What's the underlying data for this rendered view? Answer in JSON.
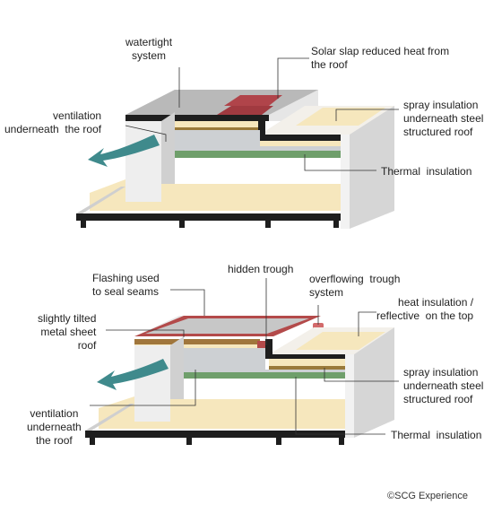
{
  "diagram_top": {
    "labels": {
      "watertight": "watertight\nsystem",
      "solar_slab": "Solar slap reduced heat from\nthe roof",
      "ventilation": "ventilation\nunderneath  the roof",
      "spray_insulation": "spray insulation\nunderneath steel\nstructured roof",
      "thermal_insulation": "Thermal  insulation"
    }
  },
  "diagram_bottom": {
    "labels": {
      "flashing": "Flashing used\nto seal seams",
      "hidden_trough": "hidden trough",
      "overflowing_trough": "overflowing  trough\nsystem",
      "heat_insulation": "heat insulation /\nreflective  on the top",
      "tilted_roof": "slightly tilted\nmetal sheet\nroof",
      "spray_insulation": "spray insulation\nunderneath steel\nstructured roof",
      "ventilation": "ventilation\nunderneath\nthe roof",
      "thermal_insulation": "Thermal  insulation"
    }
  },
  "copyright": "©SCG Experience",
  "colors": {
    "wall_gray": "#d9d9d9",
    "wall_light": "#efefef",
    "floor_cream": "#f6e7bd",
    "slab_dark": "#1e1e1e",
    "green_insulation": "#6f9f6b",
    "solar_red": "#b0444a",
    "flashing_red": "#b34a4a",
    "arrow_teal": "#3f8a8c",
    "metal_sheet": "#b7b7b7",
    "wood_brown": "#a0763c"
  }
}
